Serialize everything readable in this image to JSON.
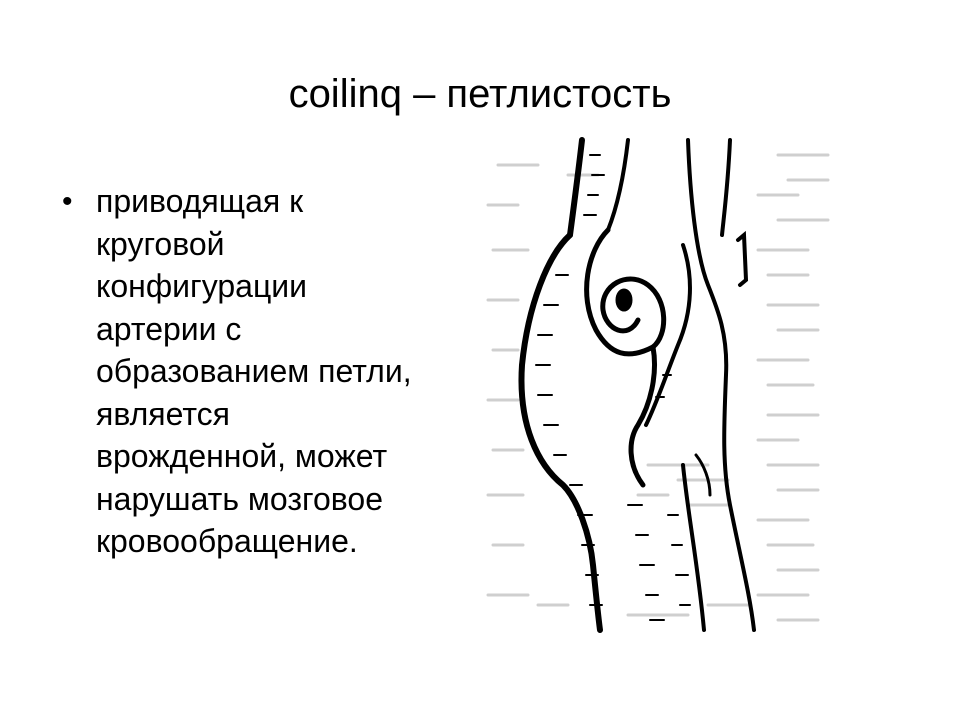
{
  "slide": {
    "title": "coilinq – петлистость",
    "bullet_glyph": "•",
    "bullet_text": "приводящая к\nкруговой\nконфигурации\nартерии с\nобразованием петли,\nявляется\nврожденной, может\nнарушать мозговое\nкровообращение."
  },
  "figure": {
    "icon": "artery-coil-illustration"
  }
}
